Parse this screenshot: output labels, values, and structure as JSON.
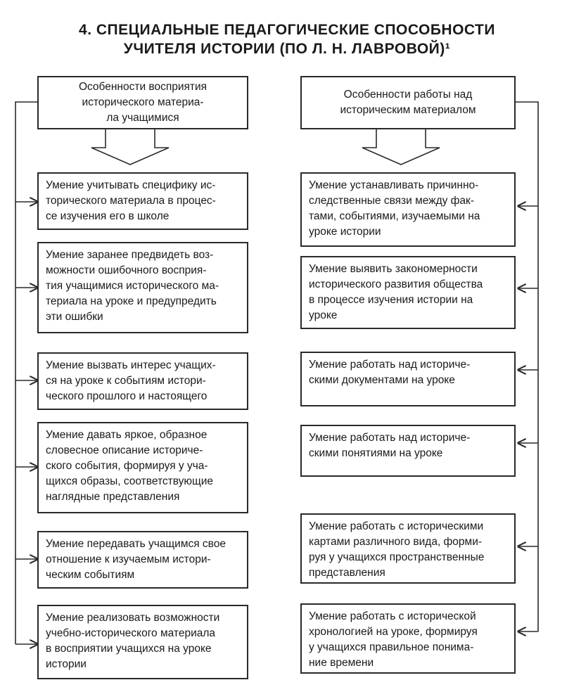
{
  "title": {
    "line1": "4. СПЕЦИАЛЬНЫЕ ПЕДАГОГИЧЕСКИЕ СПОСОБНОСТИ",
    "line2": "УЧИТЕЛЯ ИСТОРИИ (ПО Л. Н. ЛАВРОВОЙ)¹"
  },
  "left": {
    "header": "Особенности восприятия\nисторического материа-\nла  учащимися",
    "items": [
      "Умение учитывать специфику ис-\nторического материала в процес-\nсе изучения его в школе",
      "Умение заранее предвидеть воз-\nможности ошибочного восприя-\nтия учащимися исторического ма-\nтериала на уроке и предупредить\nэти ошибки",
      "Умение вызвать интерес учащих-\nся на уроке к событиям истори-\nческого прошлого и настоящего",
      "Умение давать яркое, образное\nсловесное описание историче-\nского события, формируя  у уча-\nщихся образы, соответствующие\nнаглядные представления",
      "Умение передавать учащимся свое\nотношение к изучаемым истори-\nческим событиям",
      "Умение реализовать возможности\nучебно-исторического материала\nв восприятии учащихся на уроке\nистории"
    ]
  },
  "right": {
    "header": "Особенности работы над\nисторическим материалом",
    "items": [
      "Умение устанавливать причинно-\nследственные связи между фак-\nтами, событиями, изучаемыми на\nуроке истории",
      "Умение выявить закономерности\nисторического развития общества\nв процессе изучения истории на\nуроке",
      "Умение работать над историче-\nскими документами на уроке",
      "Умение работать над историче-\nскими понятиями на уроке",
      "Умение работать с историческими\nкартами различного вида, форми-\nруя у учащихся пространственные\nпредставления",
      "Умение работать с исторической\nхронологией на уроке, формируя\nу учащихся правильное понима-\nние времени"
    ]
  }
}
